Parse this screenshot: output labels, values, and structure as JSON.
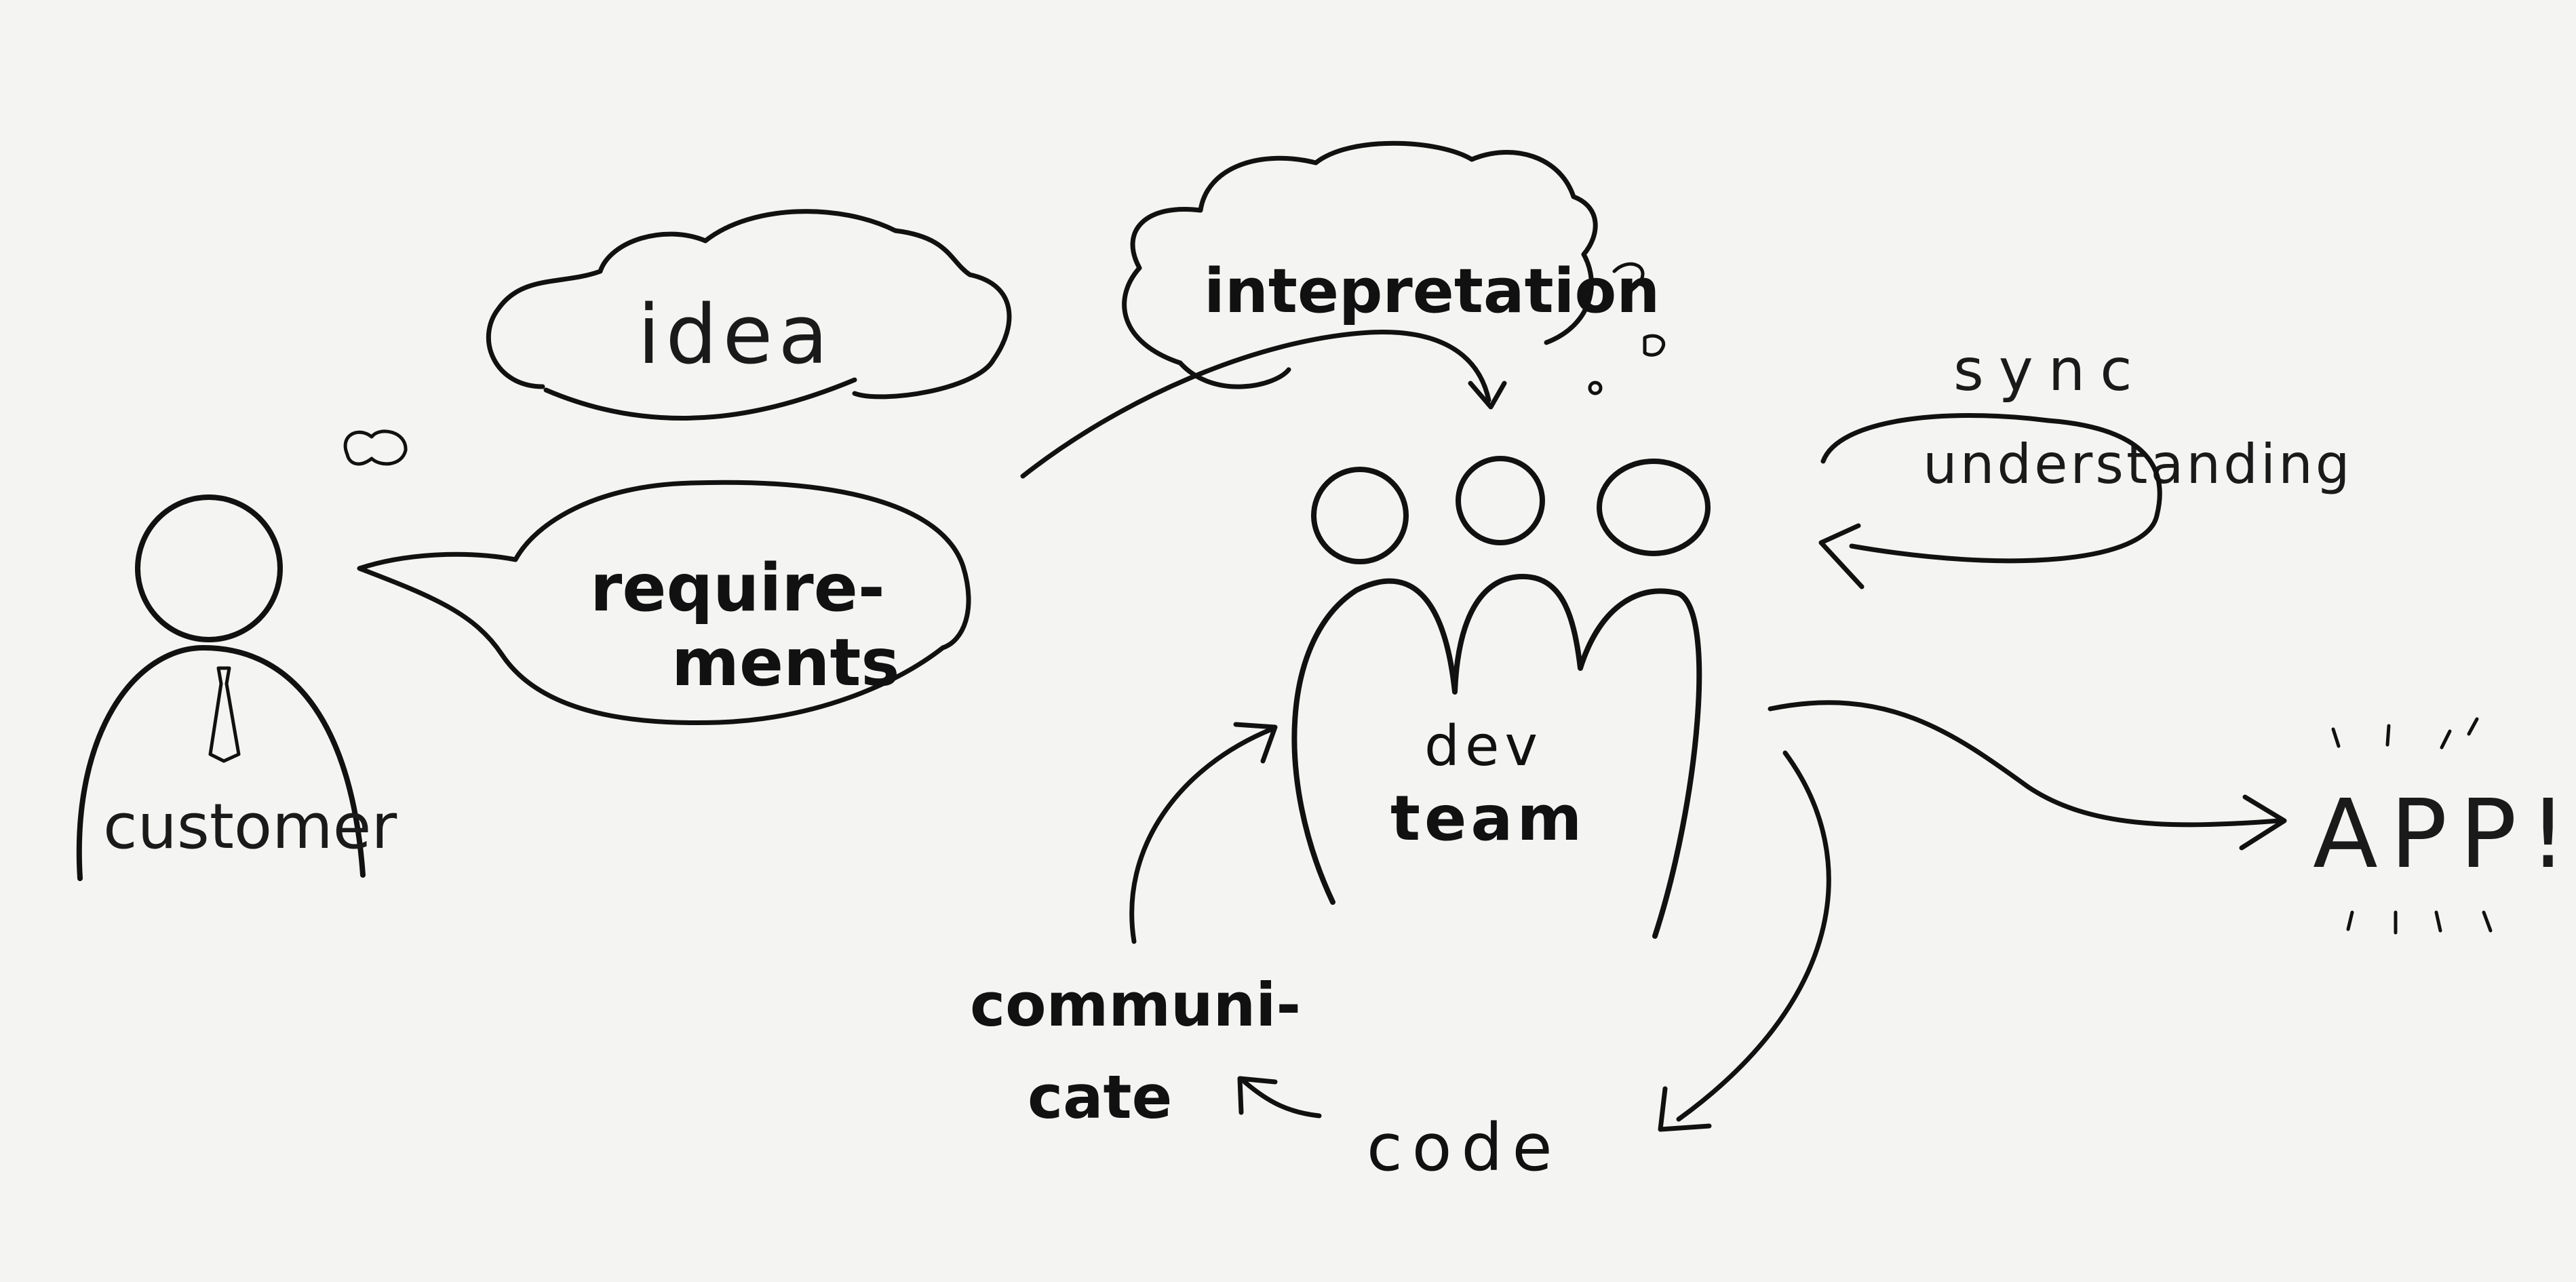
{
  "labels": {
    "idea": "idea",
    "interpretation": "intepretation",
    "requirements_line1": "require-",
    "requirements_line2": "ments",
    "customer": "customer",
    "dev_line1": "dev",
    "dev_line2": "team",
    "sync": "sync",
    "understanding": "understanding",
    "app": "APP!",
    "communicate_line1": "communi-",
    "communicate_line2": "cate",
    "code": "code"
  },
  "colors": {
    "ink": "#111111",
    "paper": "#f4f4f2"
  }
}
